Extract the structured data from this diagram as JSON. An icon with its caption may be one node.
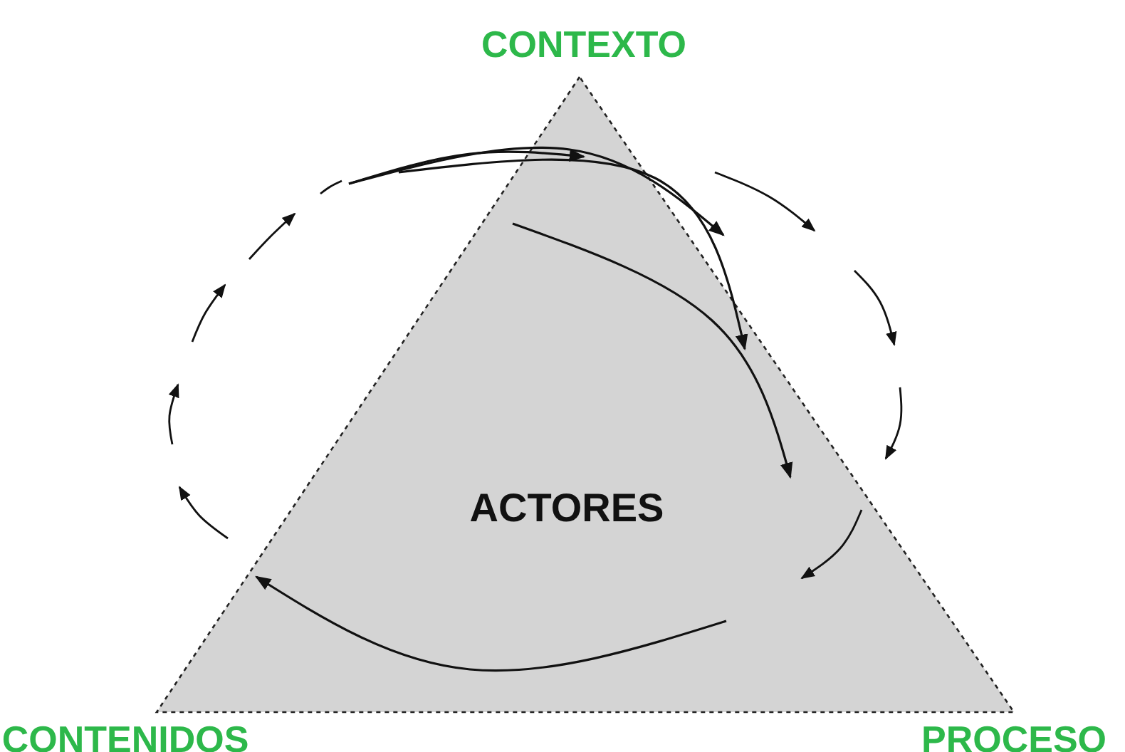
{
  "diagram": {
    "nodes": [
      {
        "text": [
          "ACTORES"
        ]
      }
    ],
    "labels": [
      "CONTEXTO",
      "CONTENIDOS",
      "PROCESO"
    ]
  }
}
